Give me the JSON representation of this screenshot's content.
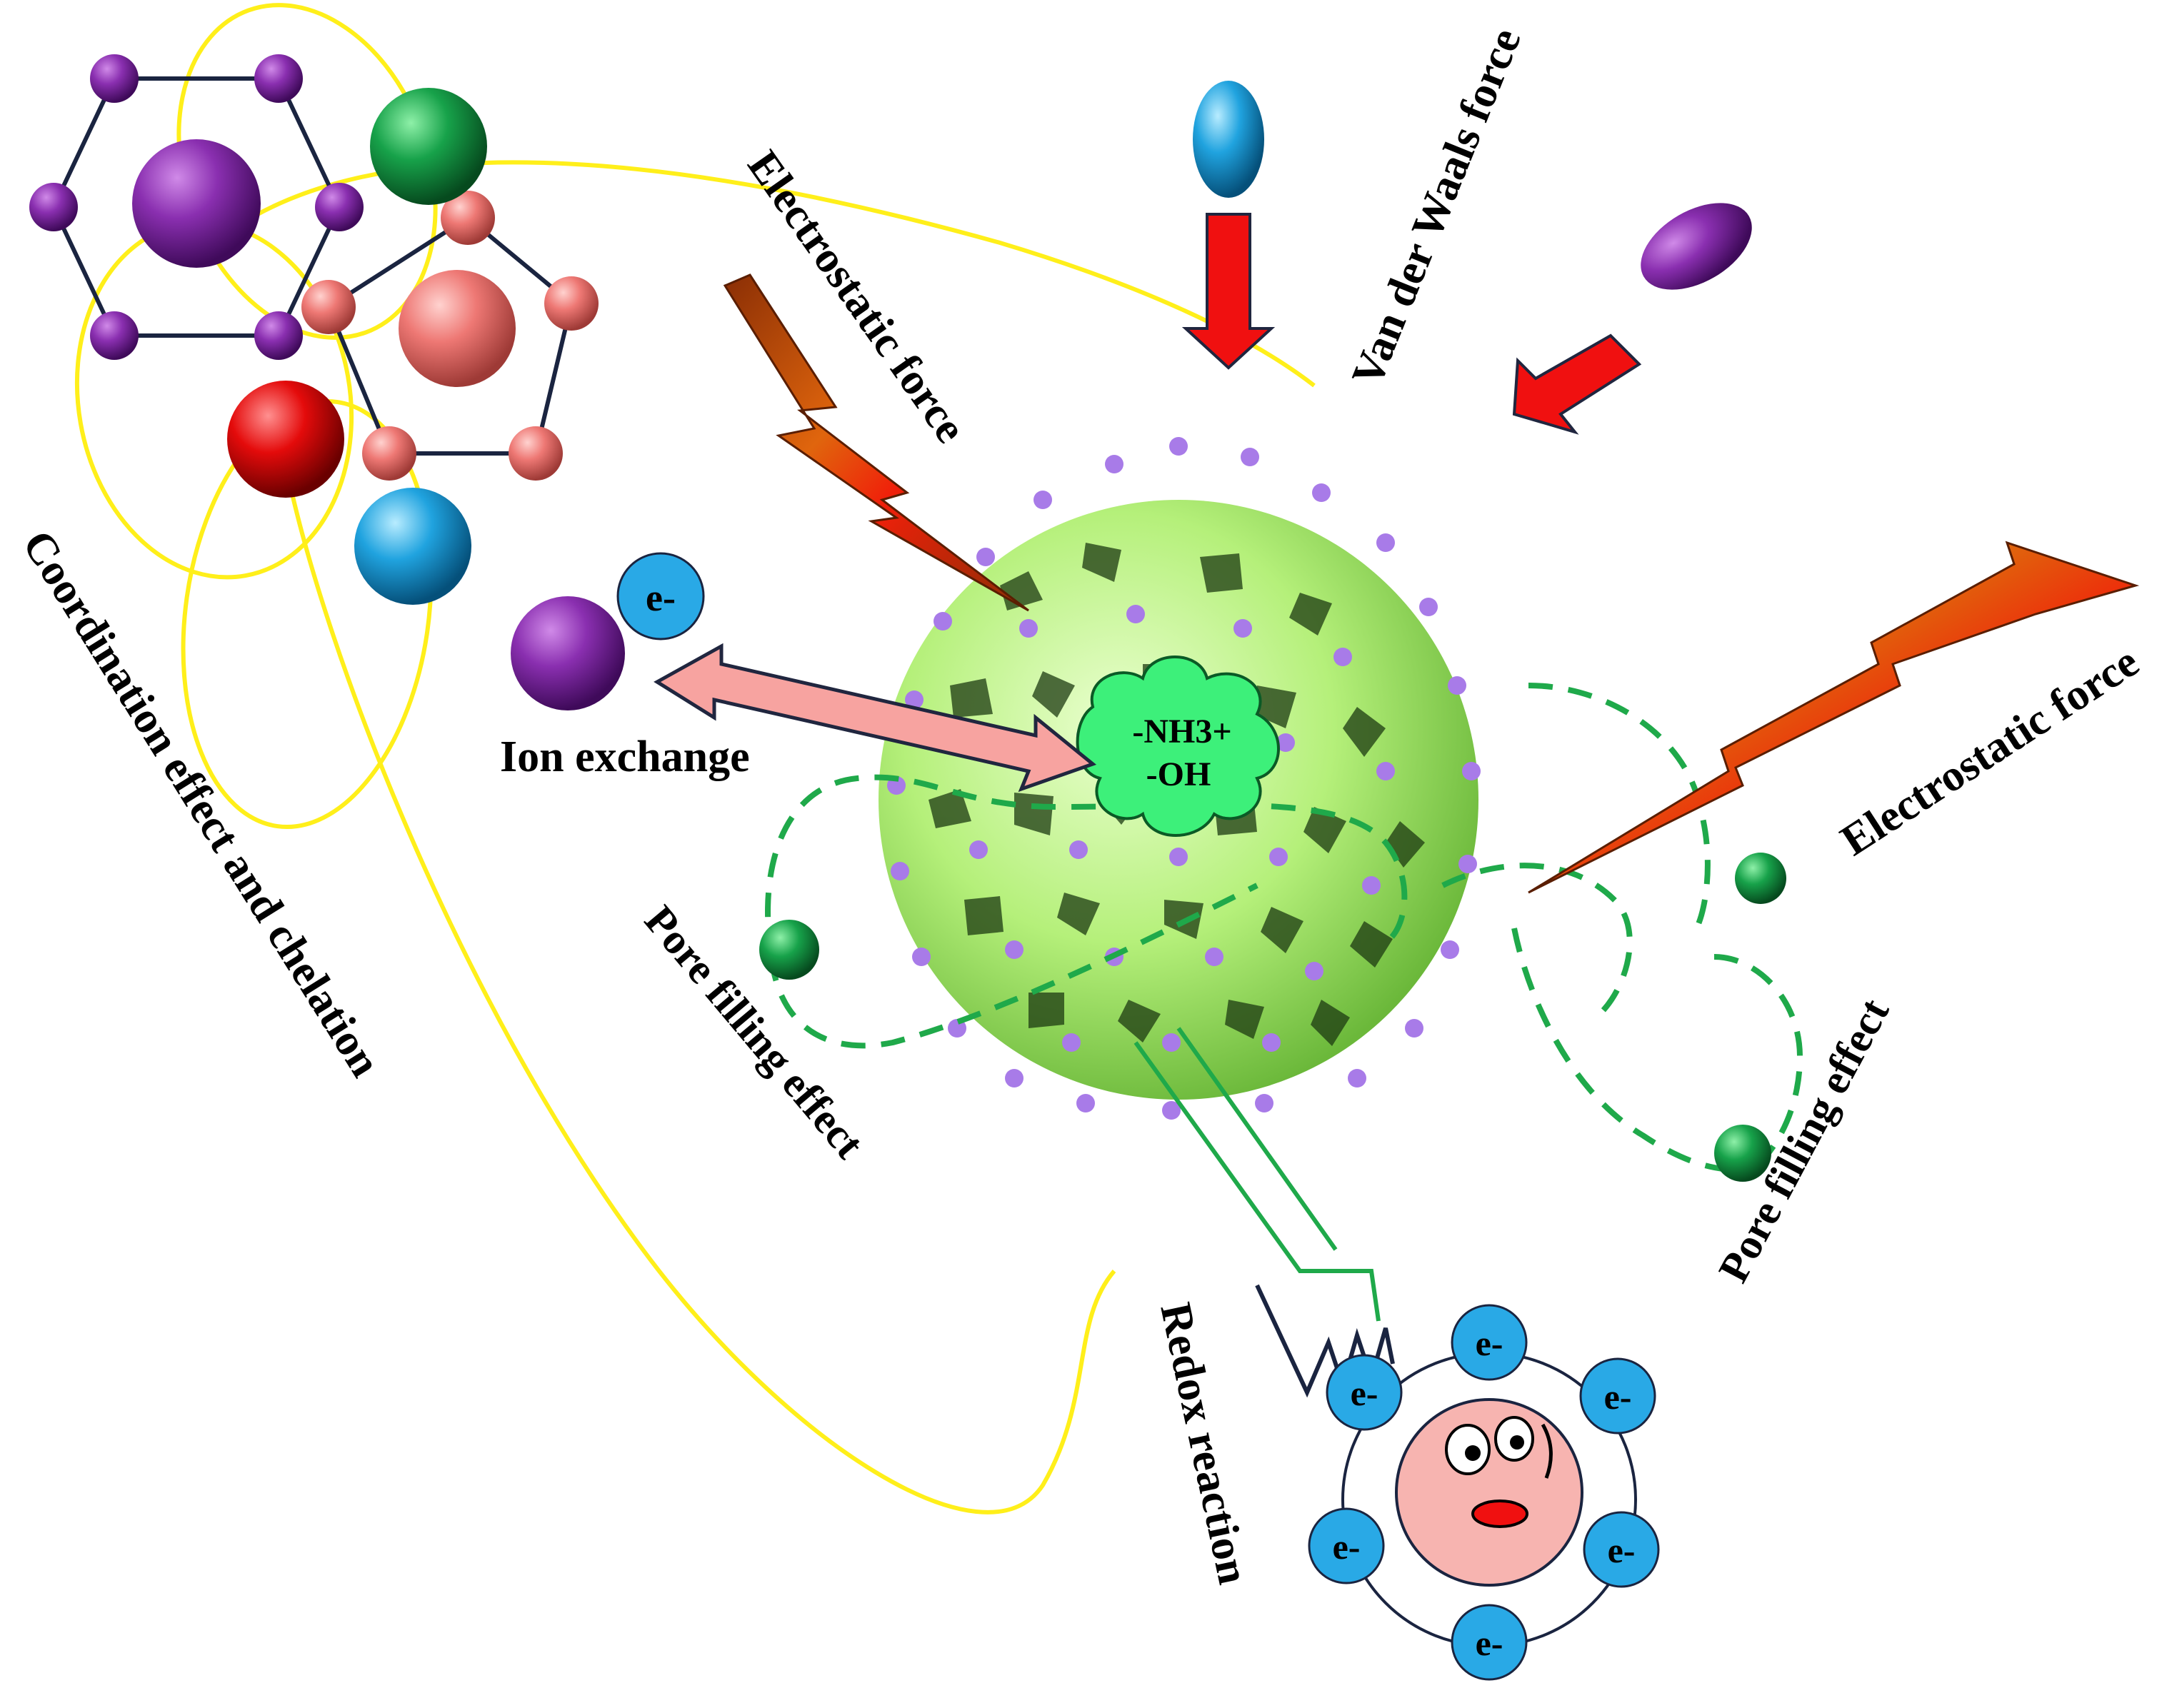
{
  "labels": {
    "coordination": "Coordination effect and chelation",
    "electrostatic_top": "Electrostatic force",
    "van_der_waals": "Van der Waals force",
    "ion_exchange": "Ion exchange",
    "electrostatic_right": "Electrostatic force",
    "pore_filling_left": "Pore filling effect",
    "pore_filling_right": "Pore filling effect",
    "redox": "Redox reaction",
    "group_nh3": "-NH3+",
    "group_oh": "-OH",
    "electron": "e-"
  },
  "colors": {
    "sphere": "#b5f07a",
    "dots": "#a87be8",
    "yellow_line": "#ffef1a",
    "green_dash": "#1fa94a",
    "red_arrow": "#f01010",
    "bolt": "#d4590c",
    "electron": "#29a9e6",
    "ion_arrow": "#f7a3a0",
    "cloud": "#3df07a",
    "core": "#f7b4b0"
  }
}
